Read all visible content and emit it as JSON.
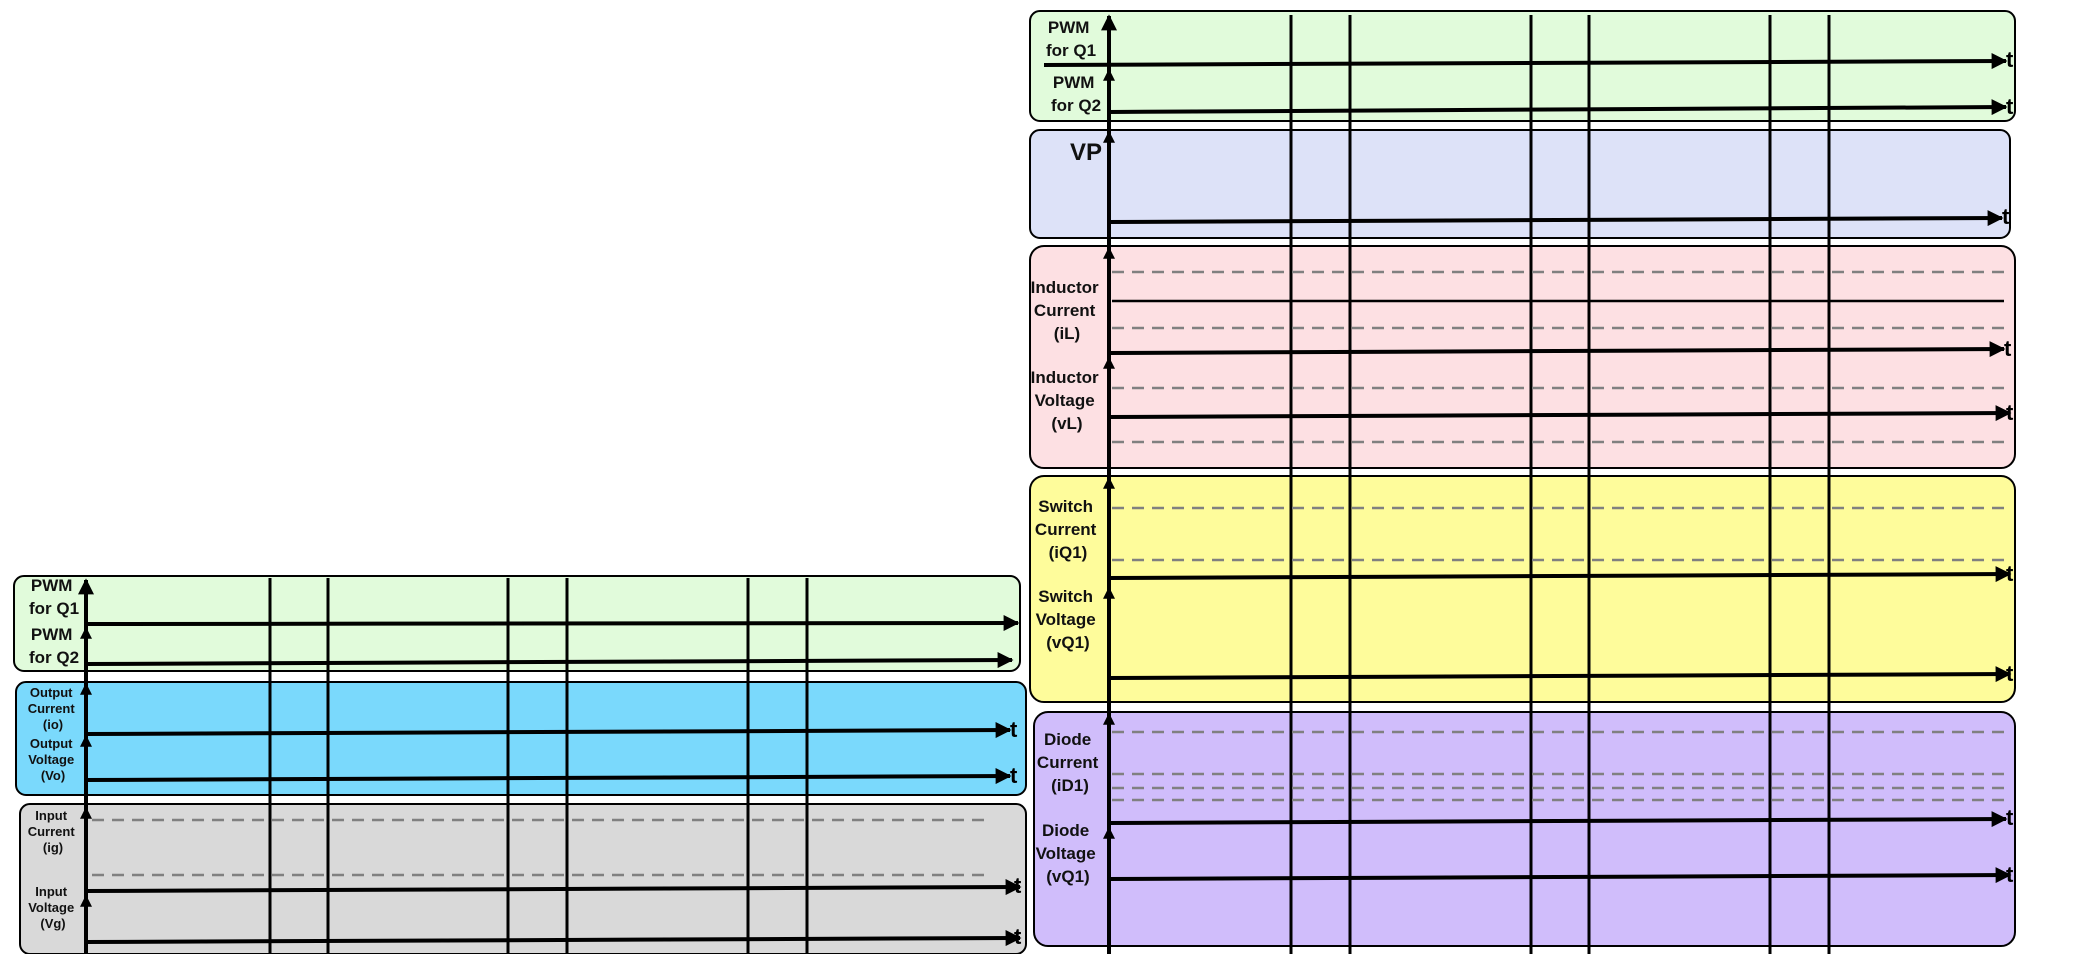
{
  "colors": {
    "pwm": "#e1fbdb",
    "output": "#7ad9fc",
    "input": "#d9d9d9",
    "vp": "#dde2f8",
    "inductor": "#fde0e3",
    "switch": "#fefc9b",
    "diode": "#d0bdfb",
    "stroke": "#000000",
    "dashed": "#808080"
  },
  "axis_suffix": "t",
  "left_diagram": {
    "pwm_panel": {
      "q1_label": [
        "PWM",
        "for Q1"
      ],
      "q2_label": [
        "PWM",
        "for Q2"
      ]
    },
    "output_panel": {
      "current_label": [
        "Output",
        "Current",
        "(io)"
      ],
      "voltage_label": [
        "Output",
        "Voltage",
        "(Vo)"
      ]
    },
    "input_panel": {
      "current_label": [
        "Input",
        "Current",
        "(ig)"
      ],
      "voltage_label": [
        "Input",
        "Voltage",
        "(Vg)"
      ]
    }
  },
  "right_diagram": {
    "pwm_panel": {
      "q1_label": [
        "PWM",
        "for Q1"
      ],
      "q2_label": [
        "PWM",
        "for Q2"
      ]
    },
    "vp_panel": {
      "label": "VP"
    },
    "inductor_panel": {
      "current_label": [
        "Inductor",
        "Current",
        "(iL)"
      ],
      "voltage_label": [
        "Inductor",
        "Voltage",
        "(vL)"
      ]
    },
    "switch_panel": {
      "current_label": [
        "Switch",
        "Current",
        "(iQ1)"
      ],
      "voltage_label": [
        "Switch",
        "Voltage",
        "(vQ1)"
      ]
    },
    "diode_panel": {
      "current_label": [
        "Diode",
        "Current",
        "(iD1)"
      ],
      "voltage_label": [
        "Diode",
        "Voltage",
        "(vQ1)"
      ]
    }
  }
}
